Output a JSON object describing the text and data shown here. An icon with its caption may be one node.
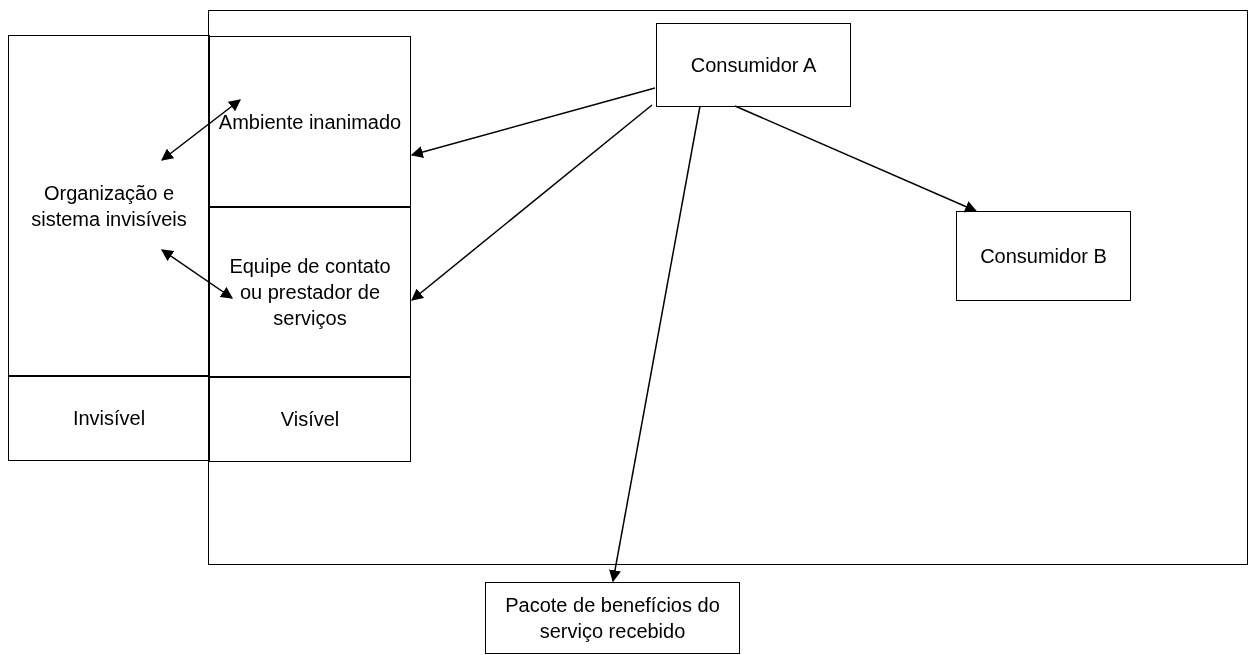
{
  "diagram": {
    "nodes": [
      {
        "text": [],
        "shape": "box"
      },
      {
        "text": [
          "Organização e sistema invisíveis"
        ]
      },
      {
        "text": [
          "Ambiente inanimado"
        ],
        "in": 0
      },
      {
        "text": [
          "Equipe de contato ou prestador de serviços"
        ],
        "in": 0
      },
      {
        "text": [
          "Invisível"
        ]
      },
      {
        "text": [
          "Visível"
        ],
        "in": 0
      },
      {
        "text": [
          "Consumidor A"
        ],
        "in": 0
      },
      {
        "text": [
          "Consumidor B"
        ],
        "in": 0
      },
      {
        "text": [
          "Pacote de benefícios do serviço recebido"
        ]
      }
    ],
    "edges": [
      {
        "from": 1,
        "to": 2,
        "arrow": "both"
      },
      {
        "from": 1,
        "to": 3,
        "arrow": "both"
      },
      {
        "from": 6,
        "to": 2,
        "arrow": "to"
      },
      {
        "from": 6,
        "to": 3,
        "arrow": "to"
      },
      {
        "from": 6,
        "to": 7,
        "arrow": "to"
      },
      {
        "from": 6,
        "to": 8,
        "arrow": "to"
      }
    ]
  }
}
